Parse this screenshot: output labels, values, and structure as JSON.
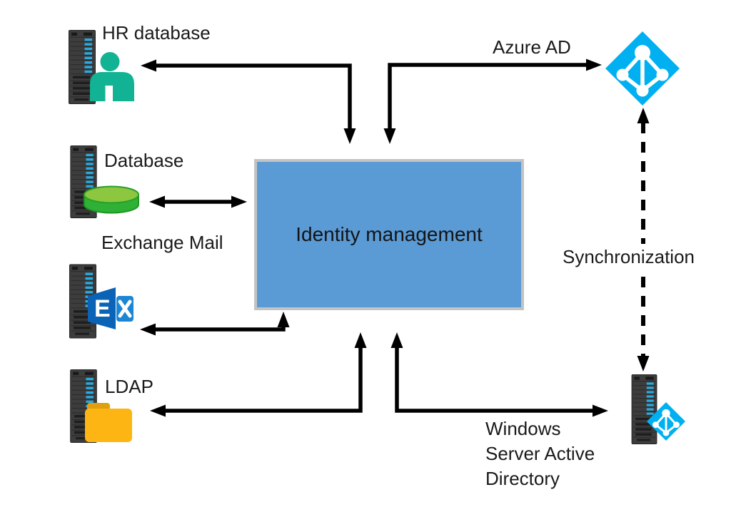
{
  "diagram": {
    "type": "architecture-diagram",
    "nodes": {
      "hr": {
        "label": "HR database",
        "icons": [
          "server-icon",
          "person-icon"
        ]
      },
      "database": {
        "label": "Database",
        "icons": [
          "server-icon",
          "database-cylinder-icon"
        ]
      },
      "exchange": {
        "label": "Exchange Mail",
        "icons": [
          "server-icon",
          "exchange-logo-icon"
        ]
      },
      "ldap": {
        "label": "LDAP",
        "icons": [
          "server-icon",
          "folder-icon"
        ]
      },
      "identity": {
        "label": "Identity management"
      },
      "azure": {
        "label": "Azure AD",
        "icons": [
          "azure-ad-icon"
        ]
      },
      "windows_ad": {
        "label": "Windows\nServer Active\nDirectory",
        "icons": [
          "server-icon",
          "azure-ad-icon"
        ]
      }
    },
    "connections": [
      {
        "from": "identity",
        "to": "hr",
        "style": "solid",
        "arrows": "both"
      },
      {
        "from": "identity",
        "to": "azure",
        "style": "solid",
        "arrows": "both"
      },
      {
        "from": "identity",
        "to": "database",
        "style": "solid",
        "arrows": "both"
      },
      {
        "from": "identity",
        "to": "exchange",
        "style": "solid",
        "arrows": "both"
      },
      {
        "from": "identity",
        "to": "ldap",
        "style": "solid",
        "arrows": "both"
      },
      {
        "from": "identity",
        "to": "windows_ad",
        "style": "solid",
        "arrows": "both"
      },
      {
        "from": "windows_ad",
        "to": "azure",
        "style": "dashed",
        "arrows": "both",
        "label": "Synchronization"
      }
    ],
    "colors": {
      "box_fill": "#5B9BD5",
      "box_border": "#C3C3C3",
      "arrow_black": "#000000",
      "azure_cyan": "#00B0F0",
      "person_teal": "#12B394",
      "db_green": "#2EB135",
      "db_green_top": "#8DC63F",
      "folder_amber": "#FDB513",
      "folder_tab": "#E09F10",
      "exchange_blue_dark": "#0A63B6",
      "exchange_blue_light": "#1C86D5",
      "server_gray": "#3D3D3D",
      "server_led_cyan": "#29ABE2"
    }
  }
}
